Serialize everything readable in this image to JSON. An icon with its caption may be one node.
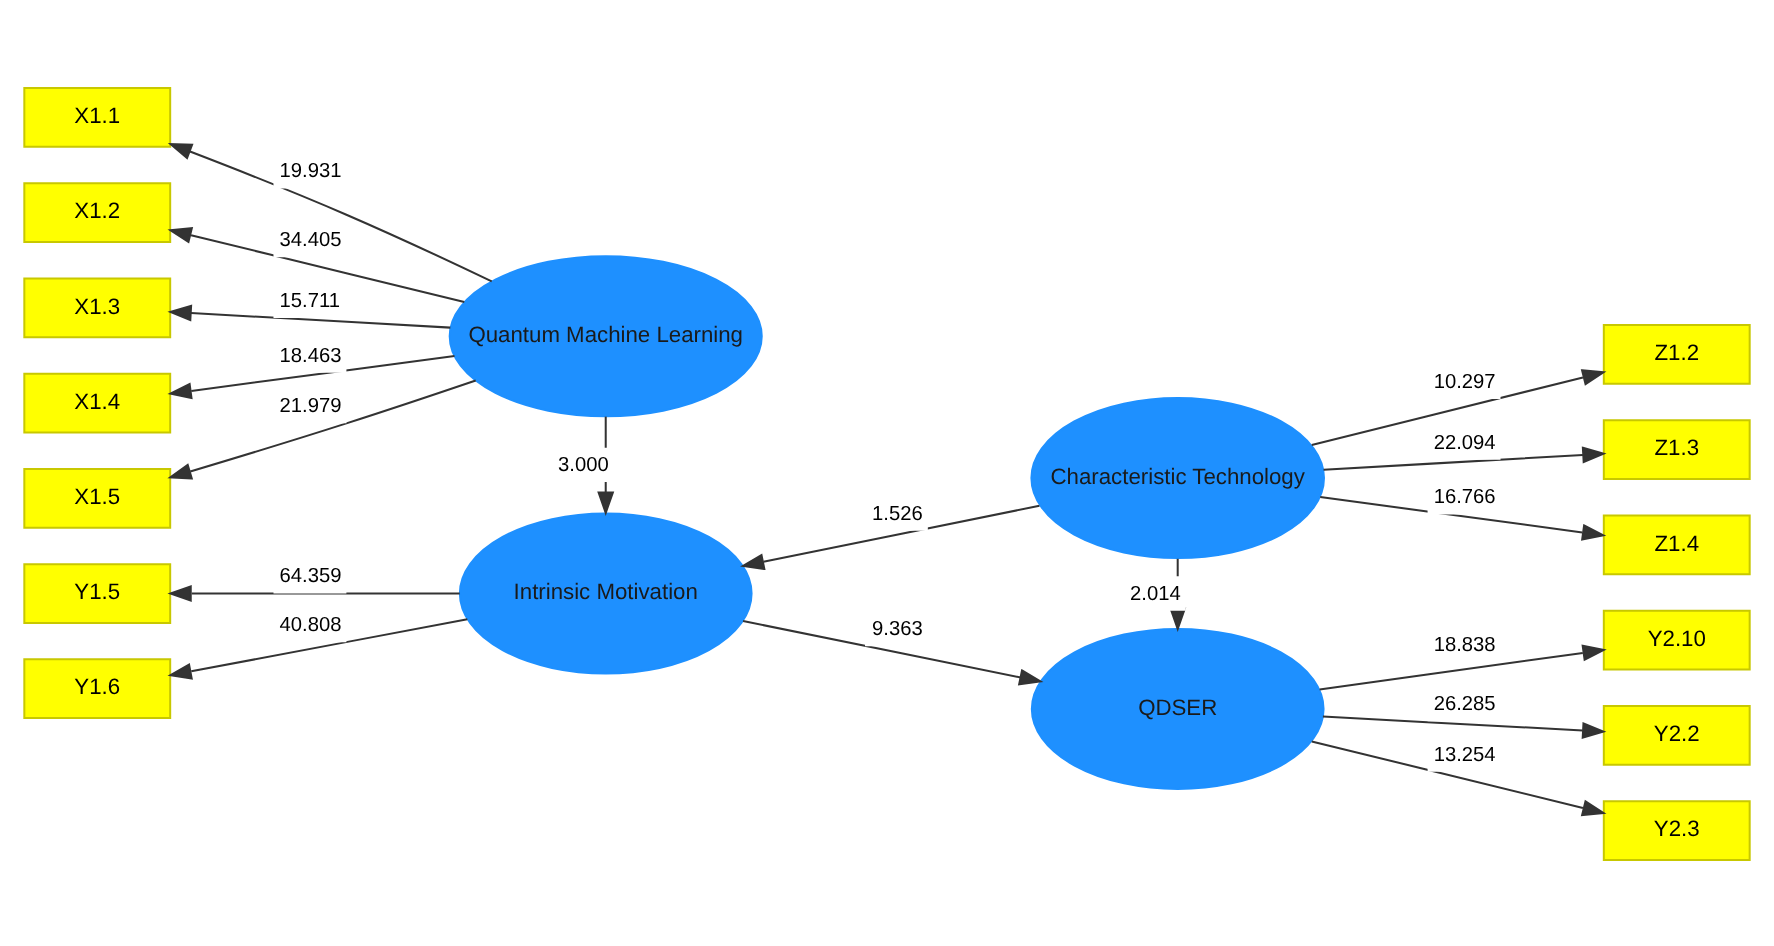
{
  "diagram": {
    "nodes": [
      {
        "text": [
          "X1.1"
        ]
      },
      {
        "text": [
          "X1.2"
        ]
      },
      {
        "text": [
          "X1.3"
        ]
      },
      {
        "text": [
          "X1.4"
        ]
      },
      {
        "text": [
          "X1.5"
        ]
      },
      {
        "text": [
          "Quantum Machine Learning"
        ]
      },
      {
        "text": [
          "Z1.2"
        ]
      },
      {
        "text": [
          "Z1.3"
        ]
      },
      {
        "text": [
          "Z1.4"
        ]
      },
      {
        "text": [
          "Characteristic Technology"
        ]
      },
      {
        "text": [
          "Y1.5"
        ]
      },
      {
        "text": [
          "Y1.6"
        ]
      },
      {
        "text": [
          "Intrinsic Motivation"
        ]
      },
      {
        "text": [
          "QDSER"
        ]
      },
      {
        "text": [
          "Y2.10"
        ]
      },
      {
        "text": [
          "Y2.2"
        ]
      },
      {
        "text": [
          "Y2.3"
        ]
      }
    ],
    "edges": [
      {
        "from": 5,
        "to": 0,
        "arrow": "to",
        "label": "19.931"
      },
      {
        "from": 5,
        "to": 1,
        "arrow": "to",
        "label": "34.405"
      },
      {
        "from": 5,
        "to": 2,
        "arrow": "to",
        "label": "15.711"
      },
      {
        "from": 5,
        "to": 3,
        "arrow": "to",
        "label": "18.463"
      },
      {
        "from": 5,
        "to": 4,
        "arrow": "to",
        "label": "21.979"
      },
      {
        "from": 9,
        "to": 6,
        "arrow": "to",
        "label": "10.297"
      },
      {
        "from": 9,
        "to": 7,
        "arrow": "to",
        "label": "22.094"
      },
      {
        "from": 9,
        "to": 8,
        "arrow": "to",
        "label": "16.766"
      },
      {
        "from": 5,
        "to": 12,
        "arrow": "to",
        "label": "3.000"
      },
      {
        "from": 9,
        "to": 12,
        "arrow": "to",
        "label": "1.526"
      },
      {
        "from": 9,
        "to": 13,
        "arrow": "to",
        "label": "2.014"
      },
      {
        "from": 12,
        "to": 10,
        "arrow": "to",
        "label": "64.359"
      },
      {
        "from": 12,
        "to": 11,
        "arrow": "to",
        "label": "40.808"
      },
      {
        "from": 12,
        "to": 13,
        "arrow": "to",
        "label": "9.363"
      },
      {
        "from": 13,
        "to": 14,
        "arrow": "to",
        "label": "18.838"
      },
      {
        "from": 13,
        "to": 15,
        "arrow": "to",
        "label": "26.285"
      },
      {
        "from": 13,
        "to": 16,
        "arrow": "to",
        "label": "13.254"
      }
    ]
  }
}
